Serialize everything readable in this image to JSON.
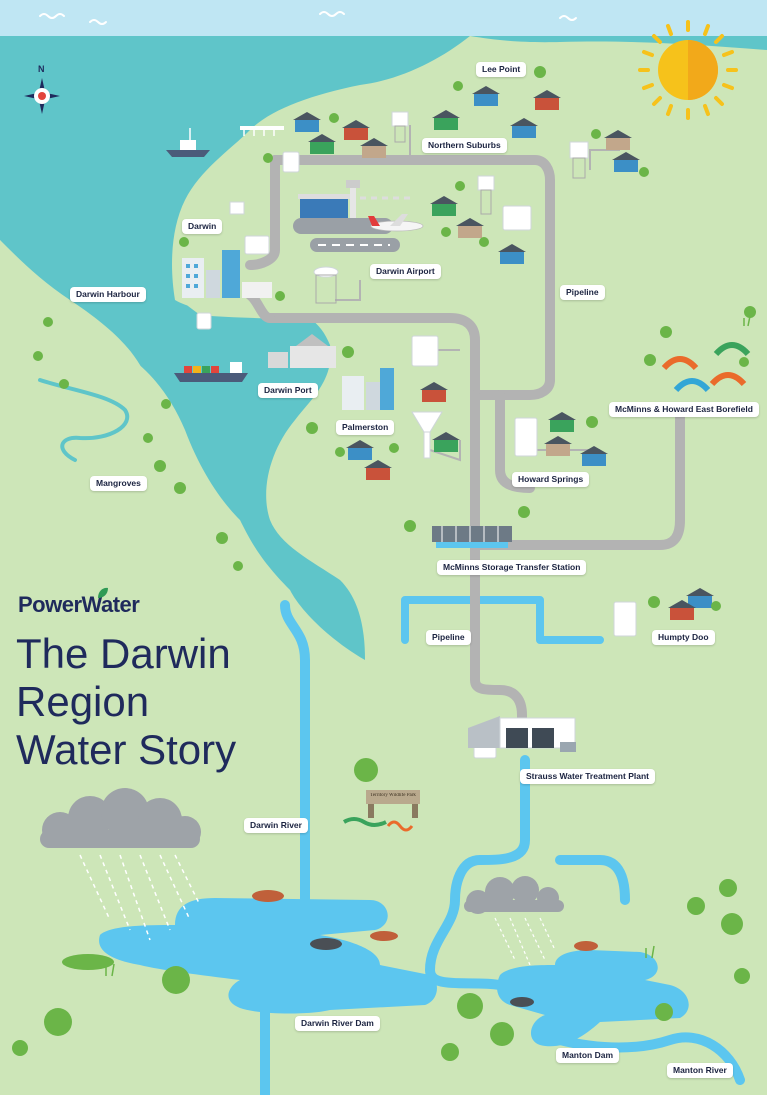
{
  "brand": {
    "name": "PowerWater"
  },
  "title": {
    "line1": "The Darwin",
    "line2": "Region",
    "line3": "Water Story"
  },
  "compass": {
    "north": "N"
  },
  "labels": {
    "lee_point": "Lee Point",
    "northern_suburbs": "Northern Suburbs",
    "darwin": "Darwin",
    "darwin_airport": "Darwin Airport",
    "darwin_harbour": "Darwin Harbour",
    "pipeline_north": "Pipeline",
    "darwin_port": "Darwin Port",
    "mcminns_borefield": "McMinns & Howard East Borefield",
    "palmerston": "Palmerston",
    "howard_springs": "Howard Springs",
    "mangroves": "Mangroves",
    "mcminns_transfer": "McMinns Storage Transfer Station",
    "pipeline_south": "Pipeline",
    "humpty_doo": "Humpty Doo",
    "strauss": "Strauss Water Treatment Plant",
    "darwin_river": "Darwin River",
    "darwin_river_dam": "Darwin River Dam",
    "manton_dam": "Manton Dam",
    "manton_river": "Manton River"
  },
  "signs": {
    "wildlife_park": "Territory Wildlife Park"
  },
  "colors": {
    "land": "#cde6b8",
    "sea": "#5fc5c9",
    "sky": "#bfe6f3",
    "water": "#5cc6ef",
    "pipeline": "#b3b3b3",
    "sun": "#f6c21b",
    "text_navy": "#1f2a5c"
  }
}
